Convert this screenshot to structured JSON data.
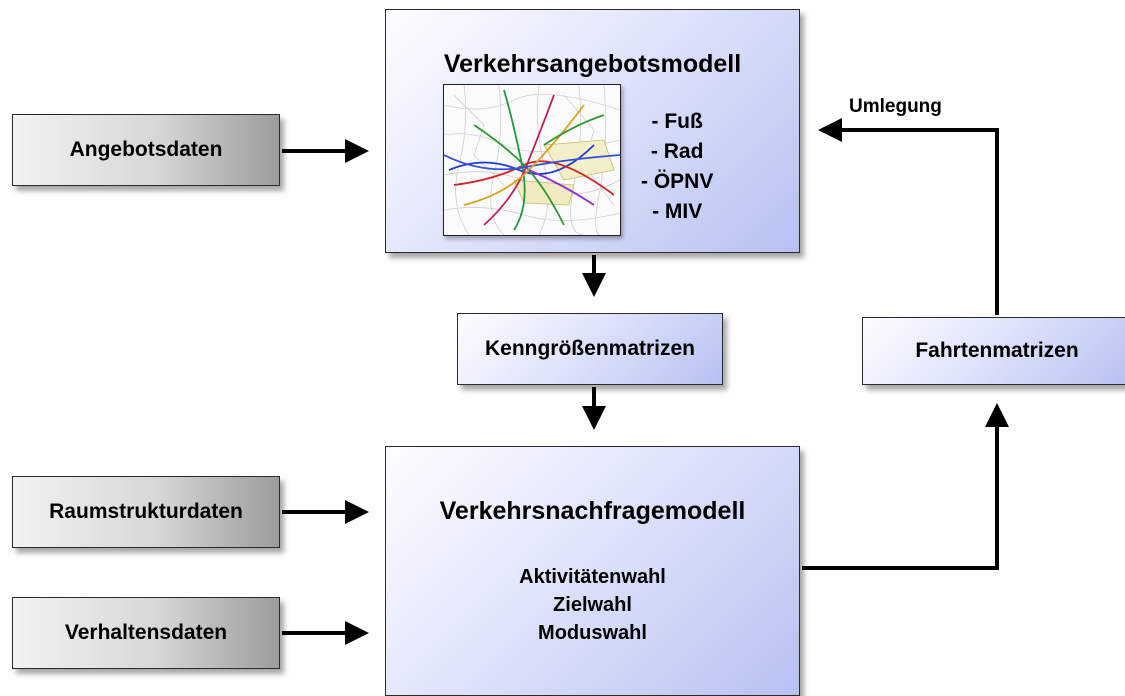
{
  "inputs": {
    "angebotsdaten": "Angebotsdaten",
    "raumstrukturdaten": "Raumstrukturdaten",
    "verhaltensdaten": "Verhaltensdaten"
  },
  "supply_model": {
    "title": "Verkehrsangebotsmodell",
    "modes": [
      "- Fuß",
      "- Rad",
      "- ÖPNV",
      "- MIV"
    ]
  },
  "skim_matrices": "Kenngrößenmatrizen",
  "trip_matrices": "Fahrtenmatrizen",
  "demand_model": {
    "title": "Verkehrsnachfragemodell",
    "steps": [
      "Aktivitätenwahl",
      "Zielwahl",
      "Moduswahl"
    ]
  },
  "assignment_label": "Umlegung",
  "colors": {
    "input_box_gradient": [
      "#f2f2f2",
      "#9c9c9c"
    ],
    "model_box_gradient": [
      "#fdfdff",
      "#b7c1f2"
    ],
    "arrow": "#000000"
  }
}
